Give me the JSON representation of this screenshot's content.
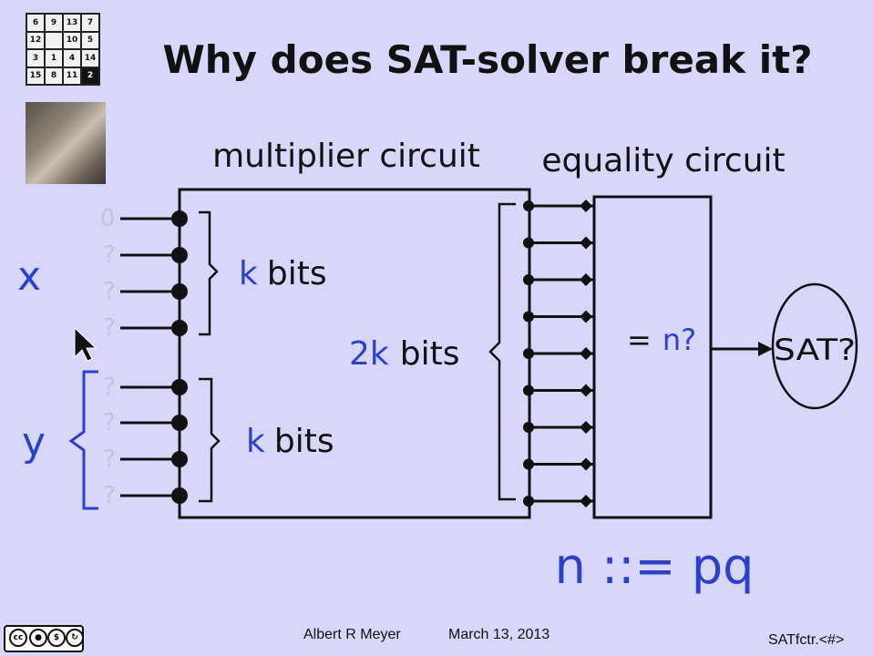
{
  "title": "Why does SAT-solver break it?",
  "labels": {
    "multiplier": "multiplier circuit",
    "equality": "equality circuit",
    "x": "x",
    "y": "y",
    "k_bits_top": {
      "k": "k",
      "bits": "bits"
    },
    "k_bits_bottom": {
      "k": "k",
      "bits": "bits"
    },
    "two_k_bits": {
      "k": "2k",
      "bits": "bits"
    },
    "eq_n": {
      "eq": "=",
      "n": "n?"
    },
    "sat": "SAT?",
    "equation": "n ::= pq"
  },
  "input_marks_x": [
    "0",
    "?",
    "?",
    "?"
  ],
  "input_marks_y": [
    "?",
    "?",
    "?",
    "?"
  ],
  "puzzle": [
    "6",
    "9",
    "13",
    "7",
    "12",
    "",
    "10",
    "5",
    "3",
    "1",
    "4",
    "14",
    "15",
    "8",
    "11",
    "2"
  ],
  "footer": {
    "author": "Albert R Meyer",
    "date": "March 13, 2013",
    "slide_id": "SATfctr.<#>"
  },
  "license": "cc by nc sa",
  "colors": {
    "background": "#d7d7fb",
    "ink": "#111111",
    "blue": "#2b3fd6",
    "gray": "#c4c4d4"
  }
}
